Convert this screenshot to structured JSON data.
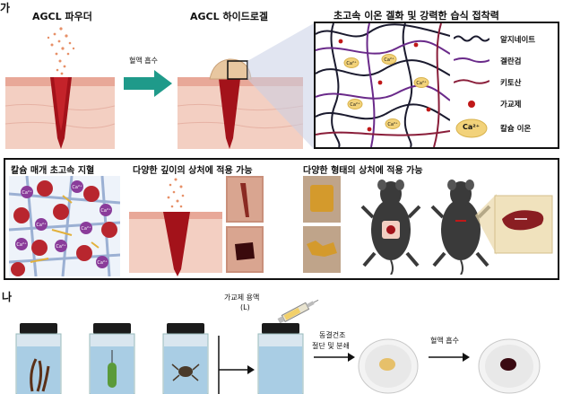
{
  "panel_a": {
    "letter": "가",
    "step1_title": "AGCL 파우더",
    "arrow_label": "혈액 흡수",
    "step2_title": "AGCL 하이드로겔",
    "zoom_title": "초고속 이온 겔화 및 강력한 습식 접착력",
    "legend": {
      "alginate": "알지네이트",
      "gellan": "겔란검",
      "chitosan": "키토산",
      "crosslinker": "가교제",
      "calcium": "칼슘 이온",
      "calcium_symbol": "Ca²⁺"
    },
    "lower_titles": {
      "ion_hemostasis": "칼슘 매개 초고속 지혈",
      "depth": "다양한 깊이의 상처에 적용 가능",
      "shape": "다양한 형태의 상처에 적용 가능"
    }
  },
  "panel_b": {
    "letter": "나",
    "crosslinker_solution": "가교제 용액",
    "crosslinker_solution_unit": "(L)",
    "process_label_1": "동결건조",
    "process_label_2": "절단 및 분쇄",
    "blood_label": "혈액 흡수"
  },
  "colors": {
    "teal_arrow": "#1f9a8a",
    "alginate": "#1a1a2e",
    "gellan": "#6a2a8a",
    "chitosan": "#8a1e3a",
    "crosslinker": "#c01818",
    "calcium": "#f2d27a",
    "blood": "#a3121a",
    "skin": "#f0c7ba"
  }
}
